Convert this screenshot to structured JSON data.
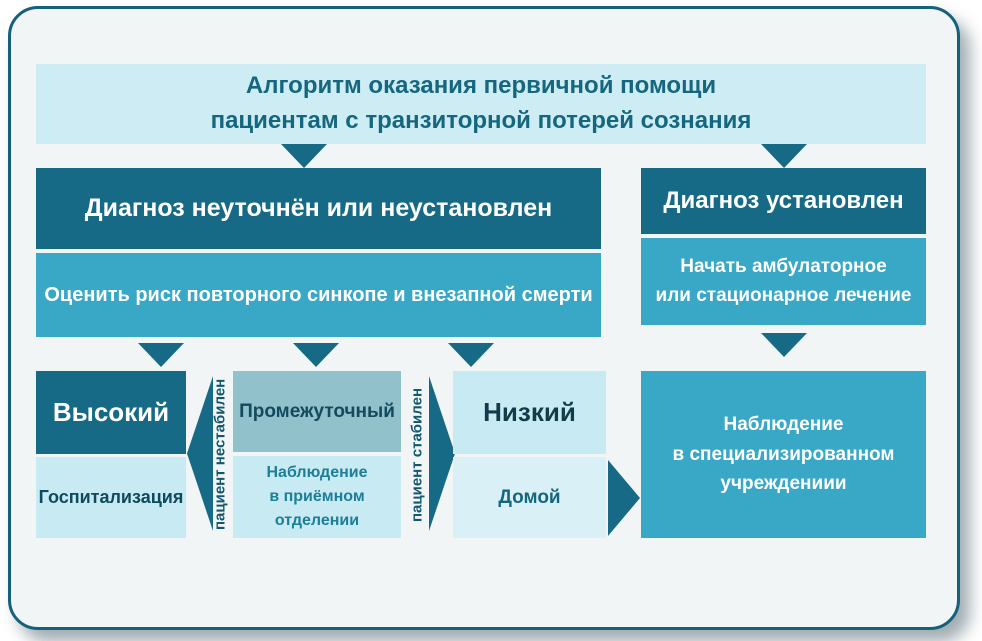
{
  "title": "Алгоритм оказания первичной помощи\nпациентам с транзиторной потерей сознания",
  "colors": {
    "dark_teal": "#176a85",
    "medium_blue": "#39a7c6",
    "light_cyan": "#c8eaf2",
    "lighter_cyan": "#d9f1f6",
    "muted_teal": "#91c2cb",
    "title_bg": "#cdecf3",
    "card_bg": "#f2f5f6",
    "border": "#15607a"
  },
  "left_branch": {
    "heading": "Диагноз неуточнён или неустановлен",
    "risk_assessment": "Оценить риск повторного синкопе и внезапной смерти",
    "high": {
      "label": "Высокий",
      "action": "Госпитализация"
    },
    "intermediate": {
      "label": "Промежуточный",
      "action": "Наблюдение\nв приёмном\nотделении"
    },
    "low": {
      "label": "Низкий",
      "action": "Домой"
    },
    "unstable_label": "пациент нестабилен",
    "stable_label": "пациент стабилен"
  },
  "right_branch": {
    "heading": "Диагноз установлен",
    "treatment": "Начать амбулаторное\nили стационарное лечение",
    "outcome": "Наблюдение\nв специализированном\nучреждениии"
  }
}
